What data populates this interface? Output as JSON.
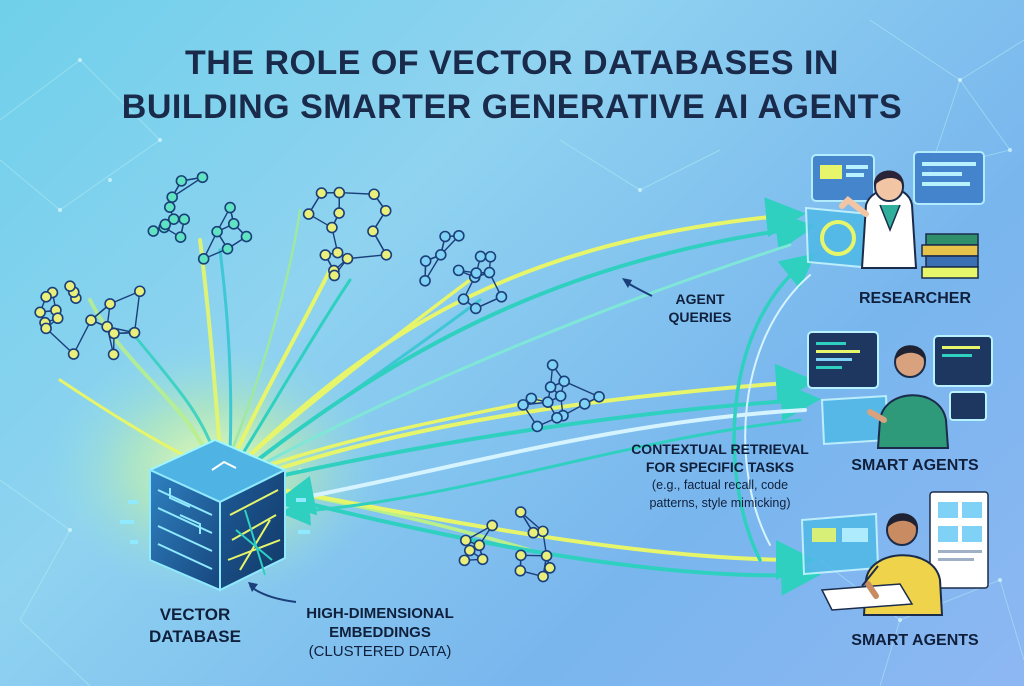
{
  "title": {
    "line1": "THE ROLE OF VECTOR DATABASES IN",
    "line2": "BUILDING SMARTER GENERATIVE AI AGENTS"
  },
  "labels": {
    "agent_queries": [
      "AGENT",
      "QUERIES"
    ],
    "contextual_title": [
      "CONTEXTUAL RETRIEVAL",
      "FOR SPECIFIC TASKS"
    ],
    "contextual_sub": [
      "(e.g., factual recall, code",
      "patterns, style mimicking)"
    ],
    "vector_db": [
      "VECTOR",
      "DATABASE"
    ],
    "embeddings": [
      "HIGH-DIMENSIONAL",
      "EMBEDDINGS",
      "(CLUSTERED DATA)"
    ]
  },
  "agents": [
    {
      "label": "RESEARCHER"
    },
    {
      "label": "SMART AGENTS"
    },
    {
      "label": "SMART AGENTS"
    }
  ],
  "colors": {
    "title": "#1a2a4a",
    "cube": "#1d4f8a",
    "flow_yellow": "#e6f56a",
    "flow_cyan": "#2fd0c0",
    "node_yellow": "#e9ef7a",
    "node_teal": "#5fe3c2",
    "node_blue": "#7fd1f5",
    "arrow_dark": "#1b3f7a"
  }
}
